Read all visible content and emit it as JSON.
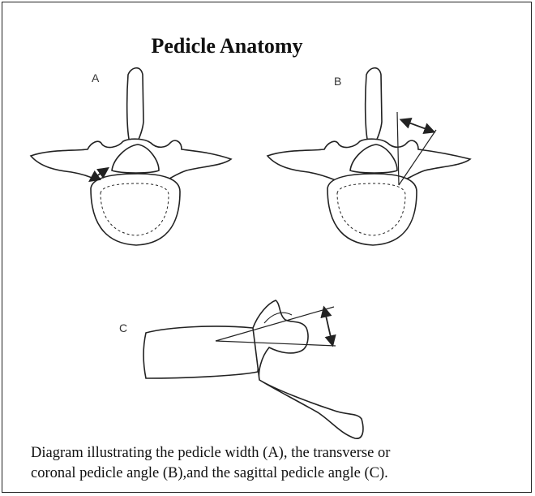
{
  "title": "Pedicle Anatomy",
  "panels": [
    {
      "label": "A",
      "shows": "pedicle width"
    },
    {
      "label": "B",
      "shows": "transverse or coronal pedicle angle"
    },
    {
      "label": "C",
      "shows": "sagittal pedicle angle"
    }
  ],
  "caption_line1": "Diagram illustrating the pedicle width (A), the transverse or",
  "caption_line2": "coronal pedicle angle (B),and the sagittal pedicle angle (C).",
  "colors": {
    "line": "#222222",
    "fill": "#ffffff",
    "frame": "#222222"
  }
}
